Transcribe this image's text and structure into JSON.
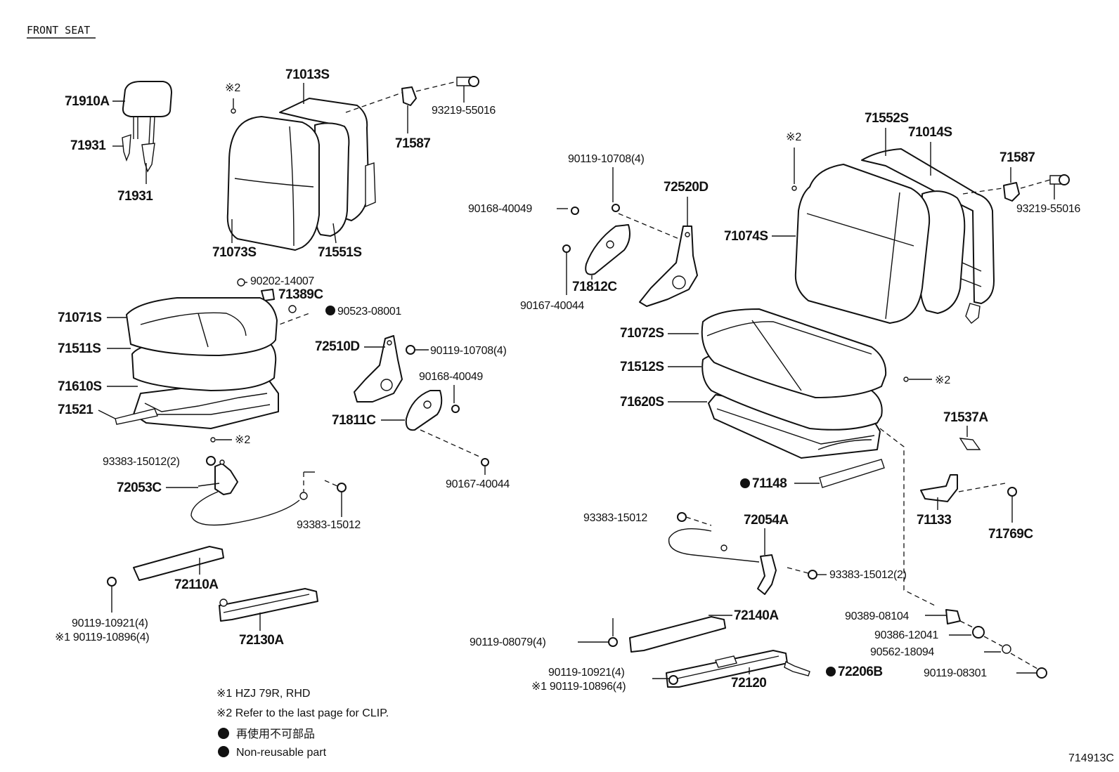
{
  "title": "FRONT SEAT",
  "diagram_code": "714913C",
  "labels": {
    "p71910A": "71910A",
    "p71931a": "71931",
    "p71931b": "71931",
    "p71013S": "71013S",
    "p71073S": "71073S",
    "p71551S": "71551S",
    "p71587L": "71587",
    "p93219L": "93219-55016",
    "clip_a": "※2",
    "p90202": "90202-14007",
    "p71389C": "71389C",
    "p90523": "90523-08001",
    "p71071S": "71071S",
    "p71511S": "71511S",
    "p71610S": "71610S",
    "p71521": "71521",
    "clip_b": "※2",
    "p72510D": "72510D",
    "p90119_10708b": "90119-10708(4)",
    "p90168b": "90168-40049",
    "p71811C": "71811C",
    "p90167b": "90167-40044",
    "p93383_2a": "93383-15012(2)",
    "p72053C": "72053C",
    "p93383a": "93383-15012",
    "p72110A": "72110A",
    "p72130A": "72130A",
    "p90119_10921a": "90119-10921(4)",
    "p90119_10896a": "※1 90119-10896(4)",
    "p90119_10708a": "90119-10708(4)",
    "p90168a": "90168-40049",
    "p72520D": "72520D",
    "p90167a": "90167-40044",
    "p71812C": "71812C",
    "p71552S": "71552S",
    "p71014S": "71014S",
    "p71587R": "71587",
    "p93219R": "93219-55016",
    "clip_c": "※2",
    "p71074S": "71074S",
    "p71072S": "71072S",
    "p71512S": "71512S",
    "p71620S": "71620S",
    "clip_d": "※2",
    "p71537A": "71537A",
    "p71148": "71148",
    "p71133": "71133",
    "p71769C": "71769C",
    "p93383b": "93383-15012",
    "p72054A": "72054A",
    "p93383_2b": "93383-15012(2)",
    "p72140A": "72140A",
    "p90119_08079": "90119-08079(4)",
    "p90389": "90389-08104",
    "p90386": "90386-12041",
    "p90562": "90562-18094",
    "p90119_08301": "90119-08301",
    "p90119_10921b": "90119-10921(4)",
    "p90119_10896b": "※1 90119-10896(4)",
    "p72120": "72120",
    "p72206B": "72206B"
  },
  "notes": {
    "note1": "※1  HZJ 79R, RHD",
    "note2": "※2  Refer to the last page for CLIP.",
    "note3": "再使用不可部品",
    "note4": "Non-reusable part"
  }
}
